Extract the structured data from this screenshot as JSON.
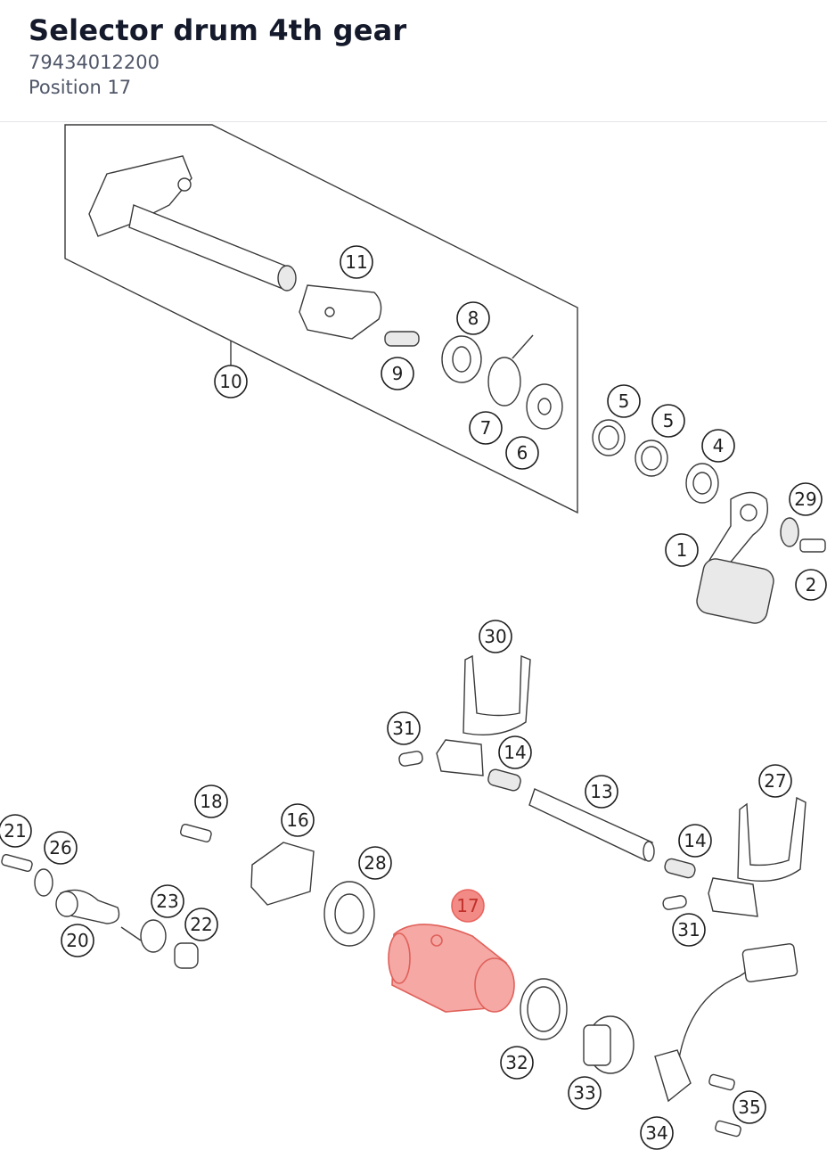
{
  "header": {
    "title": "Selector drum 4th gear",
    "part_number": "79434012200",
    "position": "Position 17"
  },
  "diagram": {
    "highlight_color": "#f28b86",
    "highlighted_callout": "17",
    "callouts": [
      "11",
      "8",
      "9",
      "10",
      "7",
      "6",
      "5",
      "5",
      "4",
      "29",
      "1",
      "2",
      "30",
      "31",
      "14",
      "13",
      "27",
      "18",
      "16",
      "21",
      "26",
      "28",
      "14",
      "17",
      "23",
      "22",
      "20",
      "31",
      "32",
      "33",
      "35",
      "34"
    ]
  }
}
